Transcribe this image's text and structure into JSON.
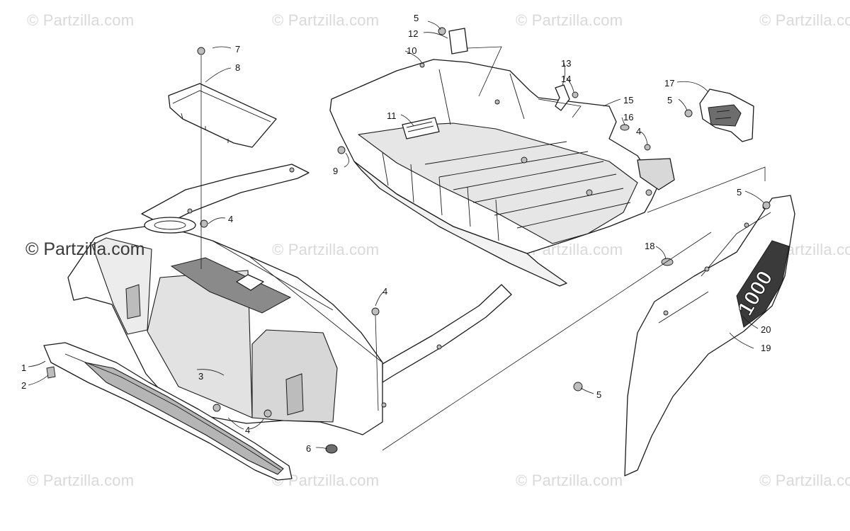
{
  "watermarks": {
    "main": "© Partzilla.com",
    "tile": "© Partzilla.com"
  },
  "callouts": [
    {
      "id": "c1",
      "label": "1"
    },
    {
      "id": "c2",
      "label": "2"
    },
    {
      "id": "c3",
      "label": "3"
    },
    {
      "id": "c4a",
      "label": "4"
    },
    {
      "id": "c4b",
      "label": "4"
    },
    {
      "id": "c4c",
      "label": "4"
    },
    {
      "id": "c4d",
      "label": "4"
    },
    {
      "id": "c5a",
      "label": "5"
    },
    {
      "id": "c5b",
      "label": "5"
    },
    {
      "id": "c5c",
      "label": "5"
    },
    {
      "id": "c5d",
      "label": "5"
    },
    {
      "id": "c6",
      "label": "6"
    },
    {
      "id": "c7",
      "label": "7"
    },
    {
      "id": "c8",
      "label": "8"
    },
    {
      "id": "c9",
      "label": "9"
    },
    {
      "id": "c10",
      "label": "10"
    },
    {
      "id": "c11",
      "label": "11"
    },
    {
      "id": "c12",
      "label": "12"
    },
    {
      "id": "c13",
      "label": "13"
    },
    {
      "id": "c14",
      "label": "14"
    },
    {
      "id": "c15",
      "label": "15"
    },
    {
      "id": "c16",
      "label": "16"
    },
    {
      "id": "c17",
      "label": "17"
    },
    {
      "id": "c18",
      "label": "18"
    },
    {
      "id": "c19",
      "label": "19"
    },
    {
      "id": "c20",
      "label": "20"
    }
  ],
  "decal_text": "1000",
  "colors": {
    "line": "#1a1a1a",
    "watermark": "#d9d9d9",
    "background": "#ffffff"
  }
}
